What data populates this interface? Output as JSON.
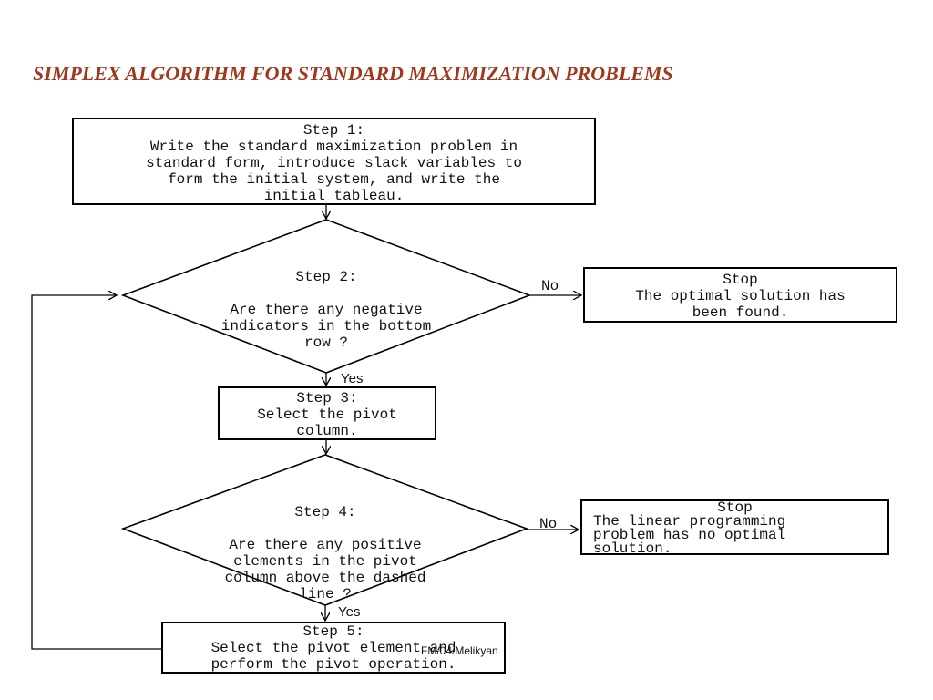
{
  "title": "SIMPLEX ALGORITHM FOR STANDARD MAXIMIZATION PROBLEMS",
  "steps": {
    "step1": {
      "heading": "Step 1:",
      "text": "Write the standard maximization problem in\nstandard form, introduce slack variables to\nform the initial system, and write the\ninitial tableau."
    },
    "step2": {
      "heading": "Step 2:",
      "text": "Are there any negative\nindicators in the bottom\nrow ?"
    },
    "step3": {
      "heading": "Step 3:",
      "text": "Select the pivot\ncolumn."
    },
    "step4": {
      "heading": "Step 4:",
      "text": "Are there any positive\nelements in the pivot\ncolumn above the dashed\nline ?"
    },
    "step5": {
      "heading": "Step 5:",
      "text": "Select the pivot element and\nperform the pivot operation."
    }
  },
  "stops": {
    "stop1": {
      "heading": "Stop",
      "text": "The optimal solution has\nbeen found."
    },
    "stop2": {
      "heading": "Stop",
      "text": "The linear programming\nproblem has no optimal\nsolution."
    }
  },
  "edges": {
    "no_label": "No",
    "yes_label": "Yes"
  },
  "footer": "FM/04/Melikyan",
  "colors": {
    "title": "#a0381e",
    "stroke": "#000000"
  }
}
